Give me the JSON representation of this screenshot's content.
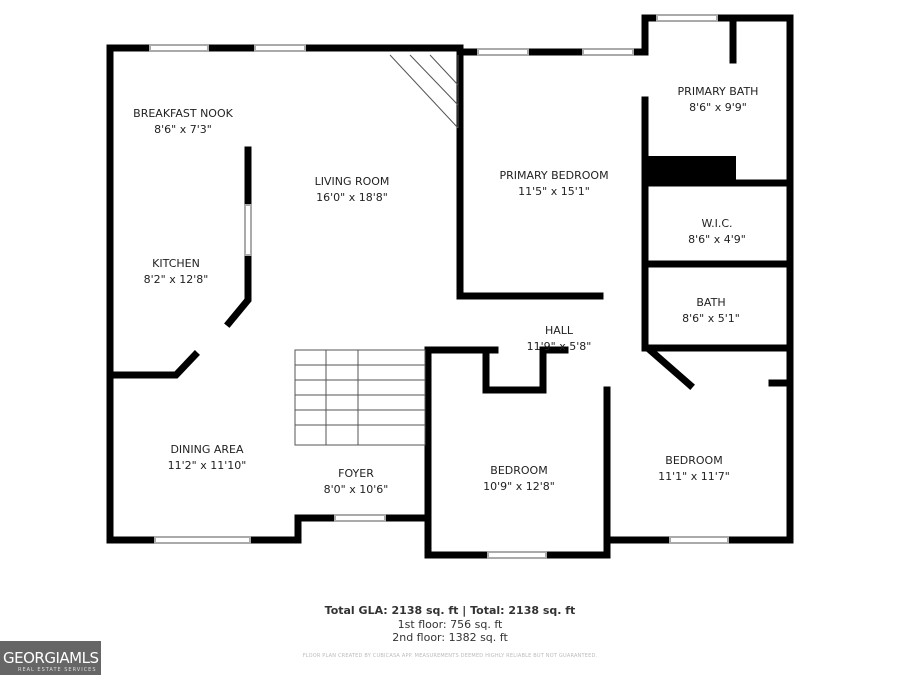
{
  "rooms": [
    {
      "name": "BREAKFAST NOOK",
      "size": "8'6\" x 7'3\""
    },
    {
      "name": "LIVING ROOM",
      "size": "16'0\" x 18'8\""
    },
    {
      "name": "KITCHEN",
      "size": "8'2\" x 12'8\""
    },
    {
      "name": "DINING AREA",
      "size": "11'2\" x 11'10\""
    },
    {
      "name": "FOYER",
      "size": "8'0\" x 10'6\""
    },
    {
      "name": "PRIMARY BEDROOM",
      "size": "11'5\" x 15'1\""
    },
    {
      "name": "PRIMARY BATH",
      "size": "8'6\" x 9'9\""
    },
    {
      "name": "W.I.C.",
      "size": "8'6\" x 4'9\""
    },
    {
      "name": "BATH",
      "size": "8'6\" x 5'1\""
    },
    {
      "name": "HALL",
      "size": "11'9\" x 5'8\""
    },
    {
      "name": "BEDROOM",
      "size": "10'9\" x 12'8\""
    },
    {
      "name": "BEDROOM",
      "size": "11'1\" x 11'7\""
    }
  ],
  "summary": {
    "gla": "Total GLA: 2138 sq. ft | Total: 2138 sq. ft",
    "first_floor": "1st floor: 756 sq. ft",
    "second_floor": "2nd floor: 1382 sq. ft",
    "disclaimer": "FLOOR PLAN CREATED BY CUBICASA APP. MEASUREMENTS DEEMED HIGHLY RELIABLE BUT NOT GUARANTEED."
  },
  "logo": {
    "text": "GEORGIAMLS",
    "tagline": "REAL ESTATE SERVICES"
  }
}
